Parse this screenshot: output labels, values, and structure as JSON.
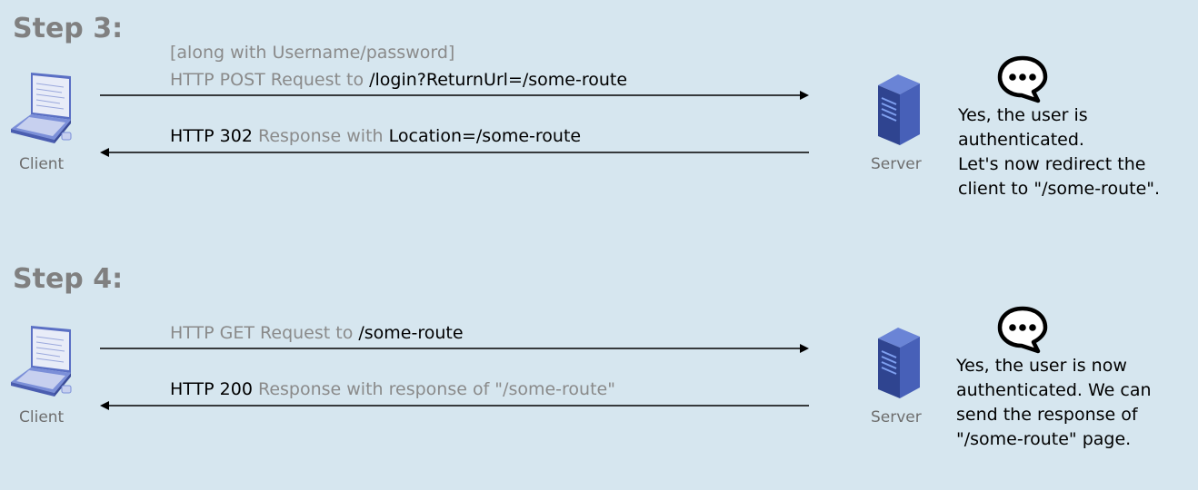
{
  "steps": [
    {
      "title": "Step 3:",
      "request": {
        "pre_line": "[along with Username/password]",
        "prefix": "HTTP POST Request to ",
        "target": "/login?ReturnUrl=/some-route"
      },
      "response": {
        "prefix": "HTTP 302",
        "middle": " Response with ",
        "target": "Location=/some-route"
      },
      "client_label": "Client",
      "server_label": "Server",
      "server_note": [
        "Yes, the user is",
        "authenticated.",
        "Let's now redirect the",
        "client to \"/some-route\"."
      ]
    },
    {
      "title": "Step 4:",
      "request": {
        "prefix": "HTTP GET Request to ",
        "target": "/some-route"
      },
      "response": {
        "prefix": "HTTP 200",
        "middle": " Response with response of \"/some-route\""
      },
      "client_label": "Client",
      "server_label": "Server",
      "server_note": [
        "Yes, the user is now",
        "authenticated. We can",
        "send the response of",
        "\"/some-route\" page."
      ]
    }
  ],
  "icons": {
    "client": "laptop-icon",
    "server": "server-icon",
    "note": "speech-bubble-icon"
  }
}
